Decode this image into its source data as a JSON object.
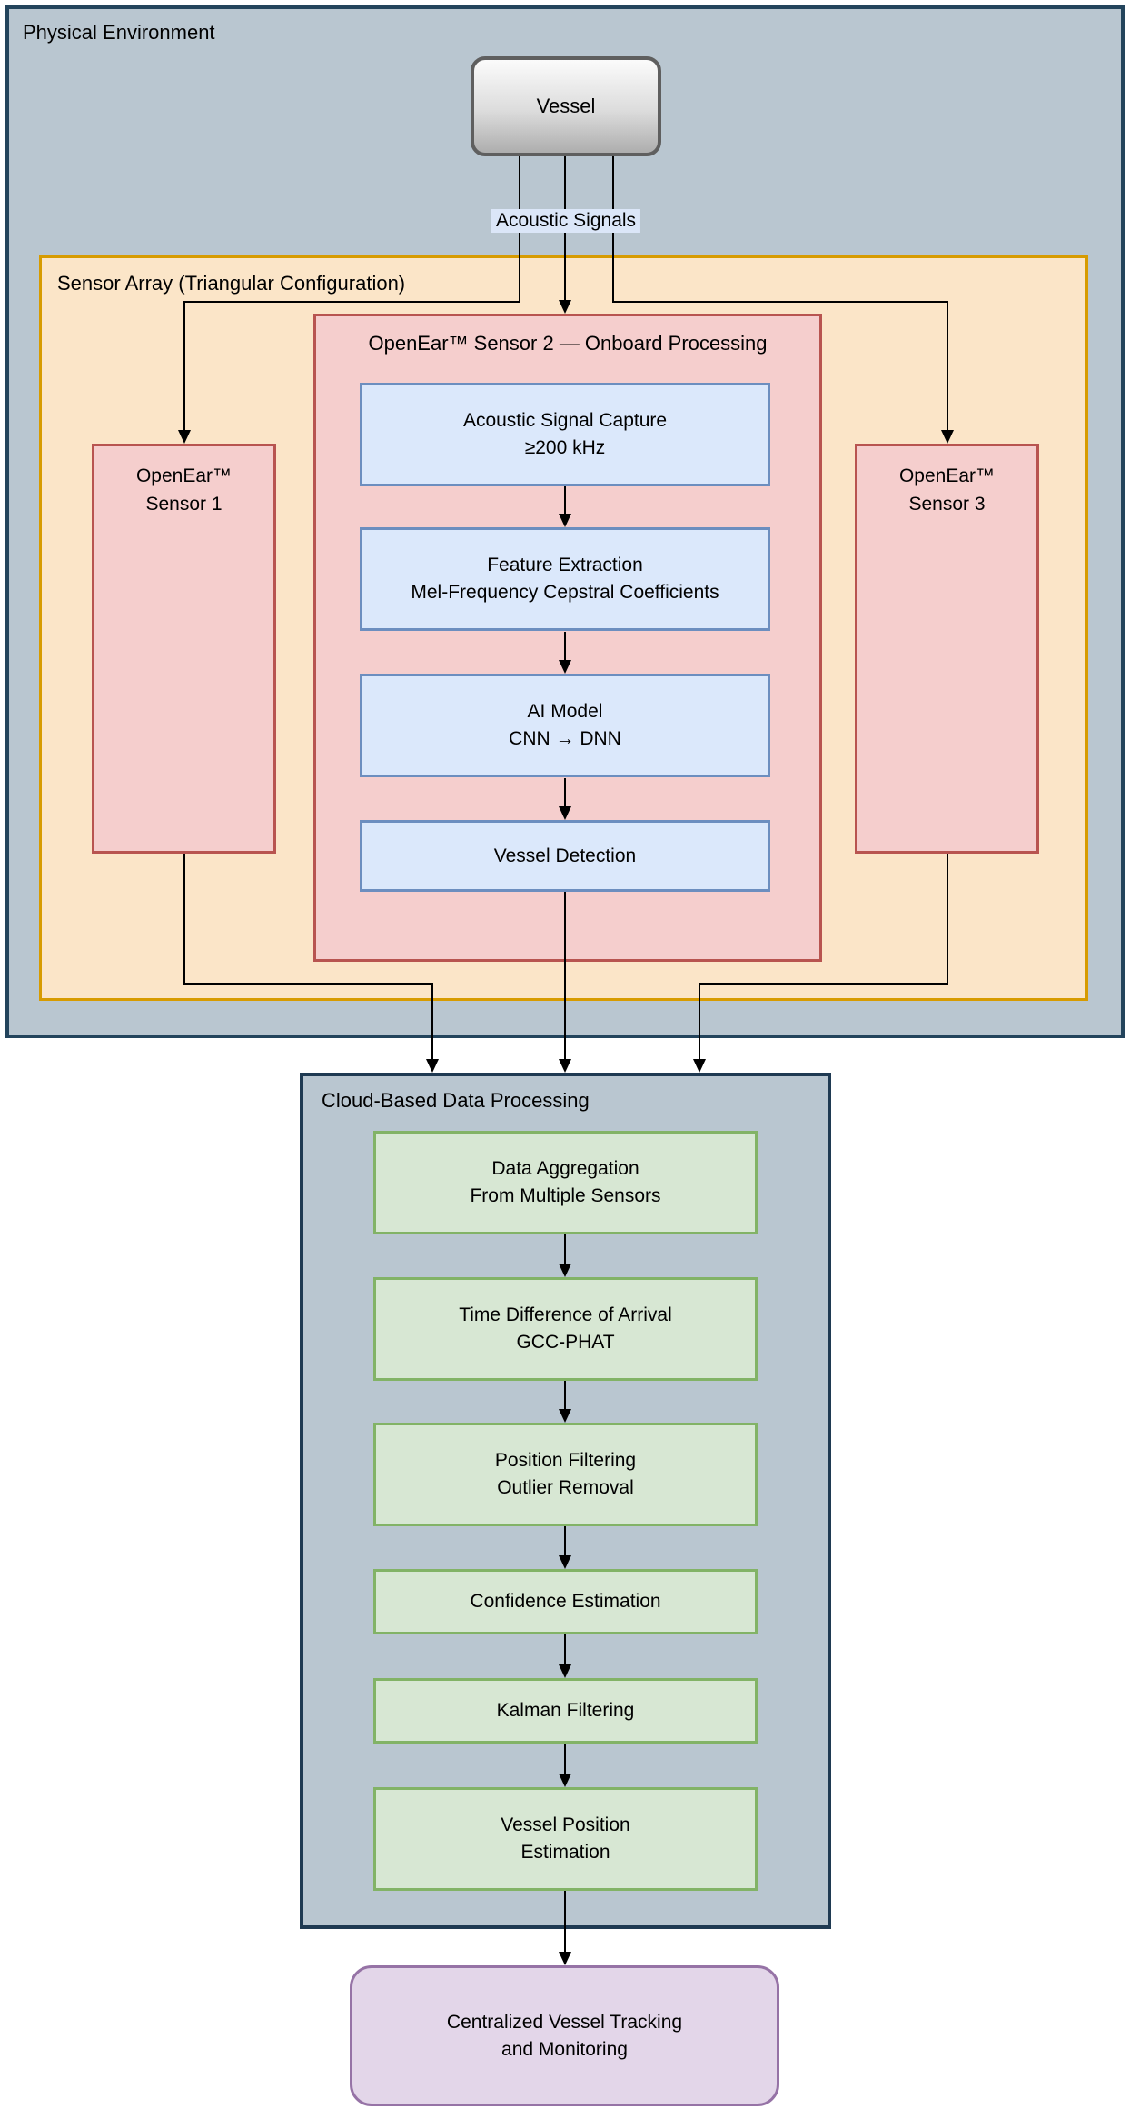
{
  "physical_env": {
    "label": "Physical Environment"
  },
  "vessel": {
    "label": "Vessel"
  },
  "edge": {
    "acoustic_label": "Acoustic Signals"
  },
  "sensor_array": {
    "label": "Sensor Array (Triangular Configuration)"
  },
  "sensor1": {
    "label": "OpenEar™\nSensor 1"
  },
  "sensor3": {
    "label": "OpenEar™\nSensor 3"
  },
  "sensor2": {
    "title": "OpenEar™ Sensor 2 — Onboard Processing",
    "steps": [
      {
        "text": "Acoustic Signal Capture\n≥200 kHz"
      },
      {
        "text": "Feature Extraction\nMel-Frequency Cepstral Coefficients"
      },
      {
        "text": "AI Model\nCNN → DNN"
      },
      {
        "text": "Vessel Detection"
      }
    ]
  },
  "cloud": {
    "title": "Cloud-Based Data Processing",
    "steps": [
      {
        "text": "Data Aggregation\nFrom Multiple Sensors"
      },
      {
        "text": "Time Difference of Arrival\nGCC-PHAT"
      },
      {
        "text": "Position Filtering\nOutlier Removal"
      },
      {
        "text": "Confidence Estimation"
      },
      {
        "text": "Kalman Filtering"
      },
      {
        "text": "Vessel Position\nEstimation"
      }
    ]
  },
  "final": {
    "label": "Centralized Vessel Tracking\nand Monitoring"
  },
  "colors": {
    "env_fill": "#b9c6d0",
    "env_border": "#23445c",
    "sensor_array_fill": "#fbe5c8",
    "sensor_array_border": "#d79b00",
    "sensor_fill": "#f5cecd",
    "sensor_border": "#b85450",
    "process_fill": "#dbe8fb",
    "process_border": "#6c8ebf",
    "cloud_fill": "#b9c6d0",
    "cloud_border": "#1f3a52",
    "cloud_step_fill": "#d7e7d3",
    "cloud_step_border": "#82b366",
    "final_fill": "#e3d6e9",
    "final_border": "#9673a6",
    "vessel_border": "#5f5f5f",
    "edge_label_bg": "#dbe6f8",
    "connector": "#000000"
  }
}
